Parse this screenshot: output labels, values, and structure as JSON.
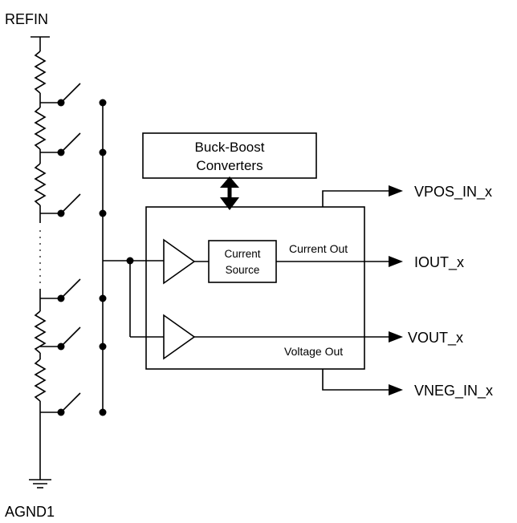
{
  "diagram": {
    "top_rail_label": "REFIN",
    "ground_label": "AGND1",
    "converter_block": {
      "line1": "Buck-Boost",
      "line2": "Converters"
    },
    "current_source": {
      "line1": "Current",
      "line2": "Source"
    },
    "current_out_label": "Current Out",
    "voltage_out_label": "Voltage Out",
    "outputs": [
      "VPOS_IN_x",
      "IOUT_x",
      "VOUT_x",
      "VNEG_IN_x"
    ],
    "colors": {
      "stroke": "#000000",
      "background": "#ffffff"
    }
  }
}
